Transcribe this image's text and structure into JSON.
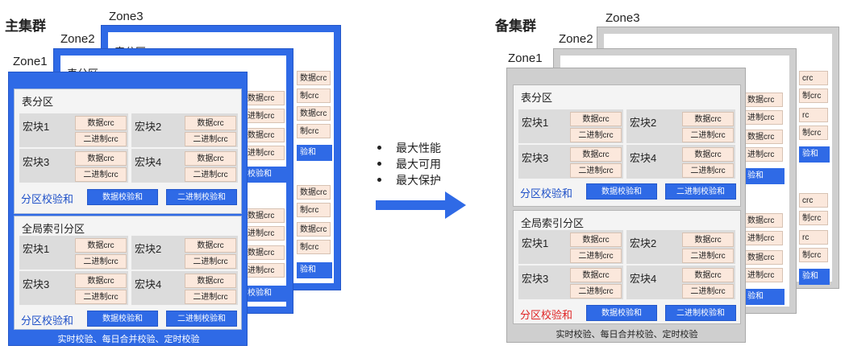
{
  "primary": {
    "title": "主集群",
    "zones": [
      "Zone1",
      "Zone2",
      "Zone3"
    ],
    "table_partition": {
      "title": "表分区",
      "blocks": [
        "宏块1",
        "宏块2",
        "宏块3",
        "宏块4"
      ],
      "crc_data": "数据crc",
      "crc_binary": "二进制crc",
      "checksum_label": "分区校验和",
      "data_checksum": "数据校验和",
      "binary_checksum": "二进制校验和"
    },
    "global_index": {
      "title": "全局索引分区",
      "blocks": [
        "宏块1",
        "宏块2",
        "宏块3",
        "宏块4"
      ],
      "crc_data": "数据crc",
      "crc_binary": "二进制crc",
      "checksum_label": "分区校验和",
      "data_checksum": "数据校验和",
      "binary_checksum": "二进制校验和"
    },
    "footer": "实时校验、每日合并校验、定时校验",
    "back_fragments": {
      "title_partial_zone3": "表分区",
      "title_partial_zone2": "表分区",
      "crc_data_partial": "数据crc",
      "crc_binary_partial": "进制crc",
      "binary_checksum_partial": "校验和",
      "crc_binary_partial_b": "制crc",
      "data_checksum_partial": "验和"
    }
  },
  "benefits": [
    "最大性能",
    "最大可用",
    "最大保护"
  ],
  "standby": {
    "title": "备集群",
    "zones": [
      "Zone1",
      "Zone2",
      "Zone3"
    ],
    "table_partition": {
      "title": "表分区",
      "blocks": [
        "宏块1",
        "宏块2",
        "宏块3",
        "宏块4"
      ],
      "crc_data": "数据crc",
      "crc_binary": "二进制crc",
      "checksum_label": "分区校验和",
      "data_checksum": "数据校验和",
      "binary_checksum": "二进制校验和"
    },
    "global_index": {
      "title": "全局索引分区",
      "blocks": [
        "宏块1",
        "宏块2",
        "宏块3",
        "宏块4"
      ],
      "crc_data": "数据crc",
      "crc_binary": "二进制crc",
      "checksum_label": "分区校验和",
      "data_checksum": "数据校验和",
      "binary_checksum": "二进制校验和"
    },
    "footer": "实时校验、每日合并校验、定时校验",
    "back_fragments": {
      "crc_data_partial": "数据crc",
      "crc_binary_partial": "进制crc",
      "binary_checksum_partial": "验和",
      "crc_binary_partial_b": "制crc",
      "crc_short": "rc",
      "crc_short_b": "crc",
      "data_checksum_partial": "验和"
    }
  },
  "colors": {
    "primary_zone_blue": "#2f6ae6",
    "standby_zone_gray": "#cfcfcf",
    "crc_cell_peach": "#fbe8dc",
    "macro_block_gray": "#dcdcdc",
    "checksum_label_blue": "#1e50c8",
    "alert_red": "#e02323"
  }
}
